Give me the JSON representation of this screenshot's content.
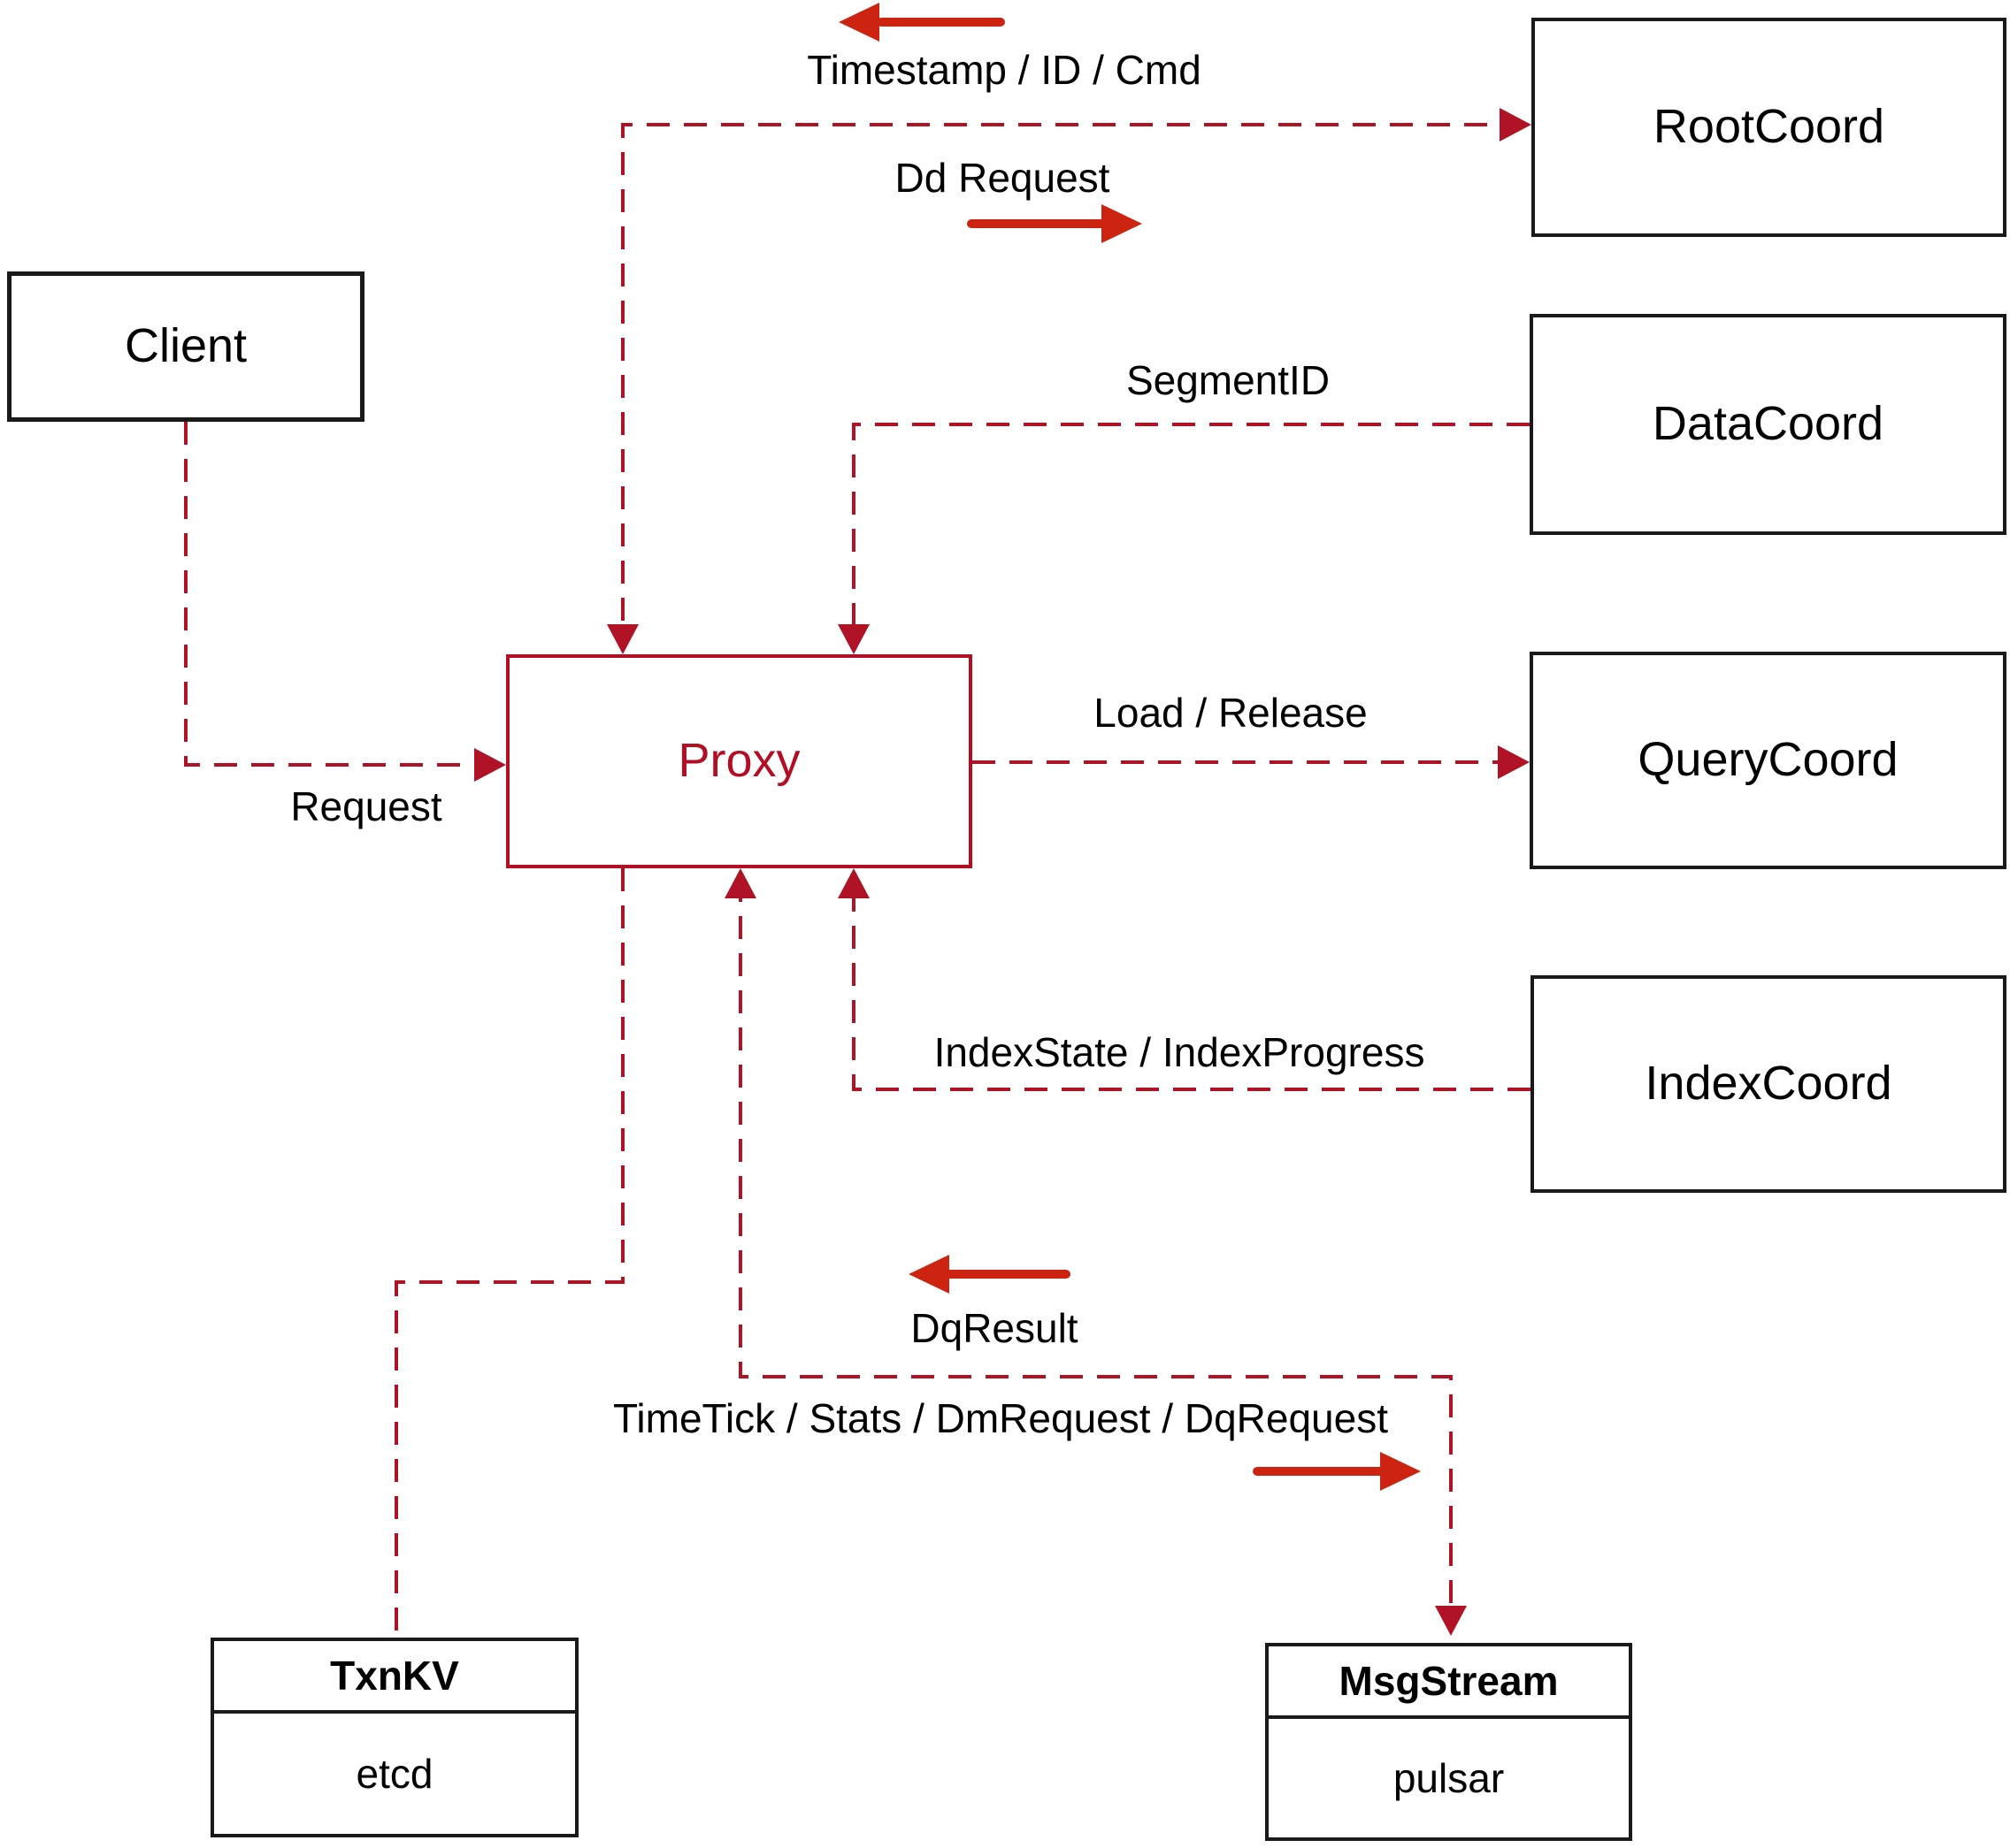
{
  "colors": {
    "connector": "#b01226",
    "solid_arrow": "#cc2411",
    "proxy_red": "#b30e24",
    "box_border": "#1a1a1a",
    "text": "#000000",
    "background": "#ffffff"
  },
  "nodes": {
    "client": {
      "label": "Client"
    },
    "rootcoord": {
      "label": "RootCoord"
    },
    "datacoord": {
      "label": "DataCoord"
    },
    "querycoord": {
      "label": "QueryCoord"
    },
    "indexcoord": {
      "label": "IndexCoord"
    },
    "proxy": {
      "label": "Proxy"
    },
    "txnkv": {
      "title": "TxnKV",
      "impl": "etcd"
    },
    "msgstream": {
      "title": "MsgStream",
      "impl": "pulsar"
    }
  },
  "edge_labels": {
    "timestamp": "Timestamp / ID / Cmd",
    "dd_request": "Dd Request",
    "segment_id": "SegmentID",
    "load_release": "Load / Release",
    "index_state": "IndexState / IndexProgress",
    "request": "Request",
    "dq_result": "DqResult",
    "timetick": "TimeTick / Stats / DmRequest / DqRequest"
  },
  "edges": [
    {
      "from": "Proxy",
      "to": "RootCoord",
      "label": "Timestamp / ID / Cmd, Dd Request",
      "style": "dashed"
    },
    {
      "from": "DataCoord",
      "to": "Proxy",
      "label": "SegmentID",
      "style": "dashed"
    },
    {
      "from": "Proxy",
      "to": "QueryCoord",
      "label": "Load / Release",
      "style": "dashed"
    },
    {
      "from": "IndexCoord",
      "to": "Proxy",
      "label": "IndexState / IndexProgress",
      "style": "dashed"
    },
    {
      "from": "Client",
      "to": "Proxy",
      "label": "Request",
      "style": "dashed"
    },
    {
      "from": "Proxy",
      "to": "TxnKV",
      "label": "",
      "style": "dashed"
    },
    {
      "from": "Proxy",
      "to": "MsgStream",
      "label": "TimeTick / Stats / DmRequest / DqRequest, DqResult",
      "style": "dashed"
    }
  ]
}
